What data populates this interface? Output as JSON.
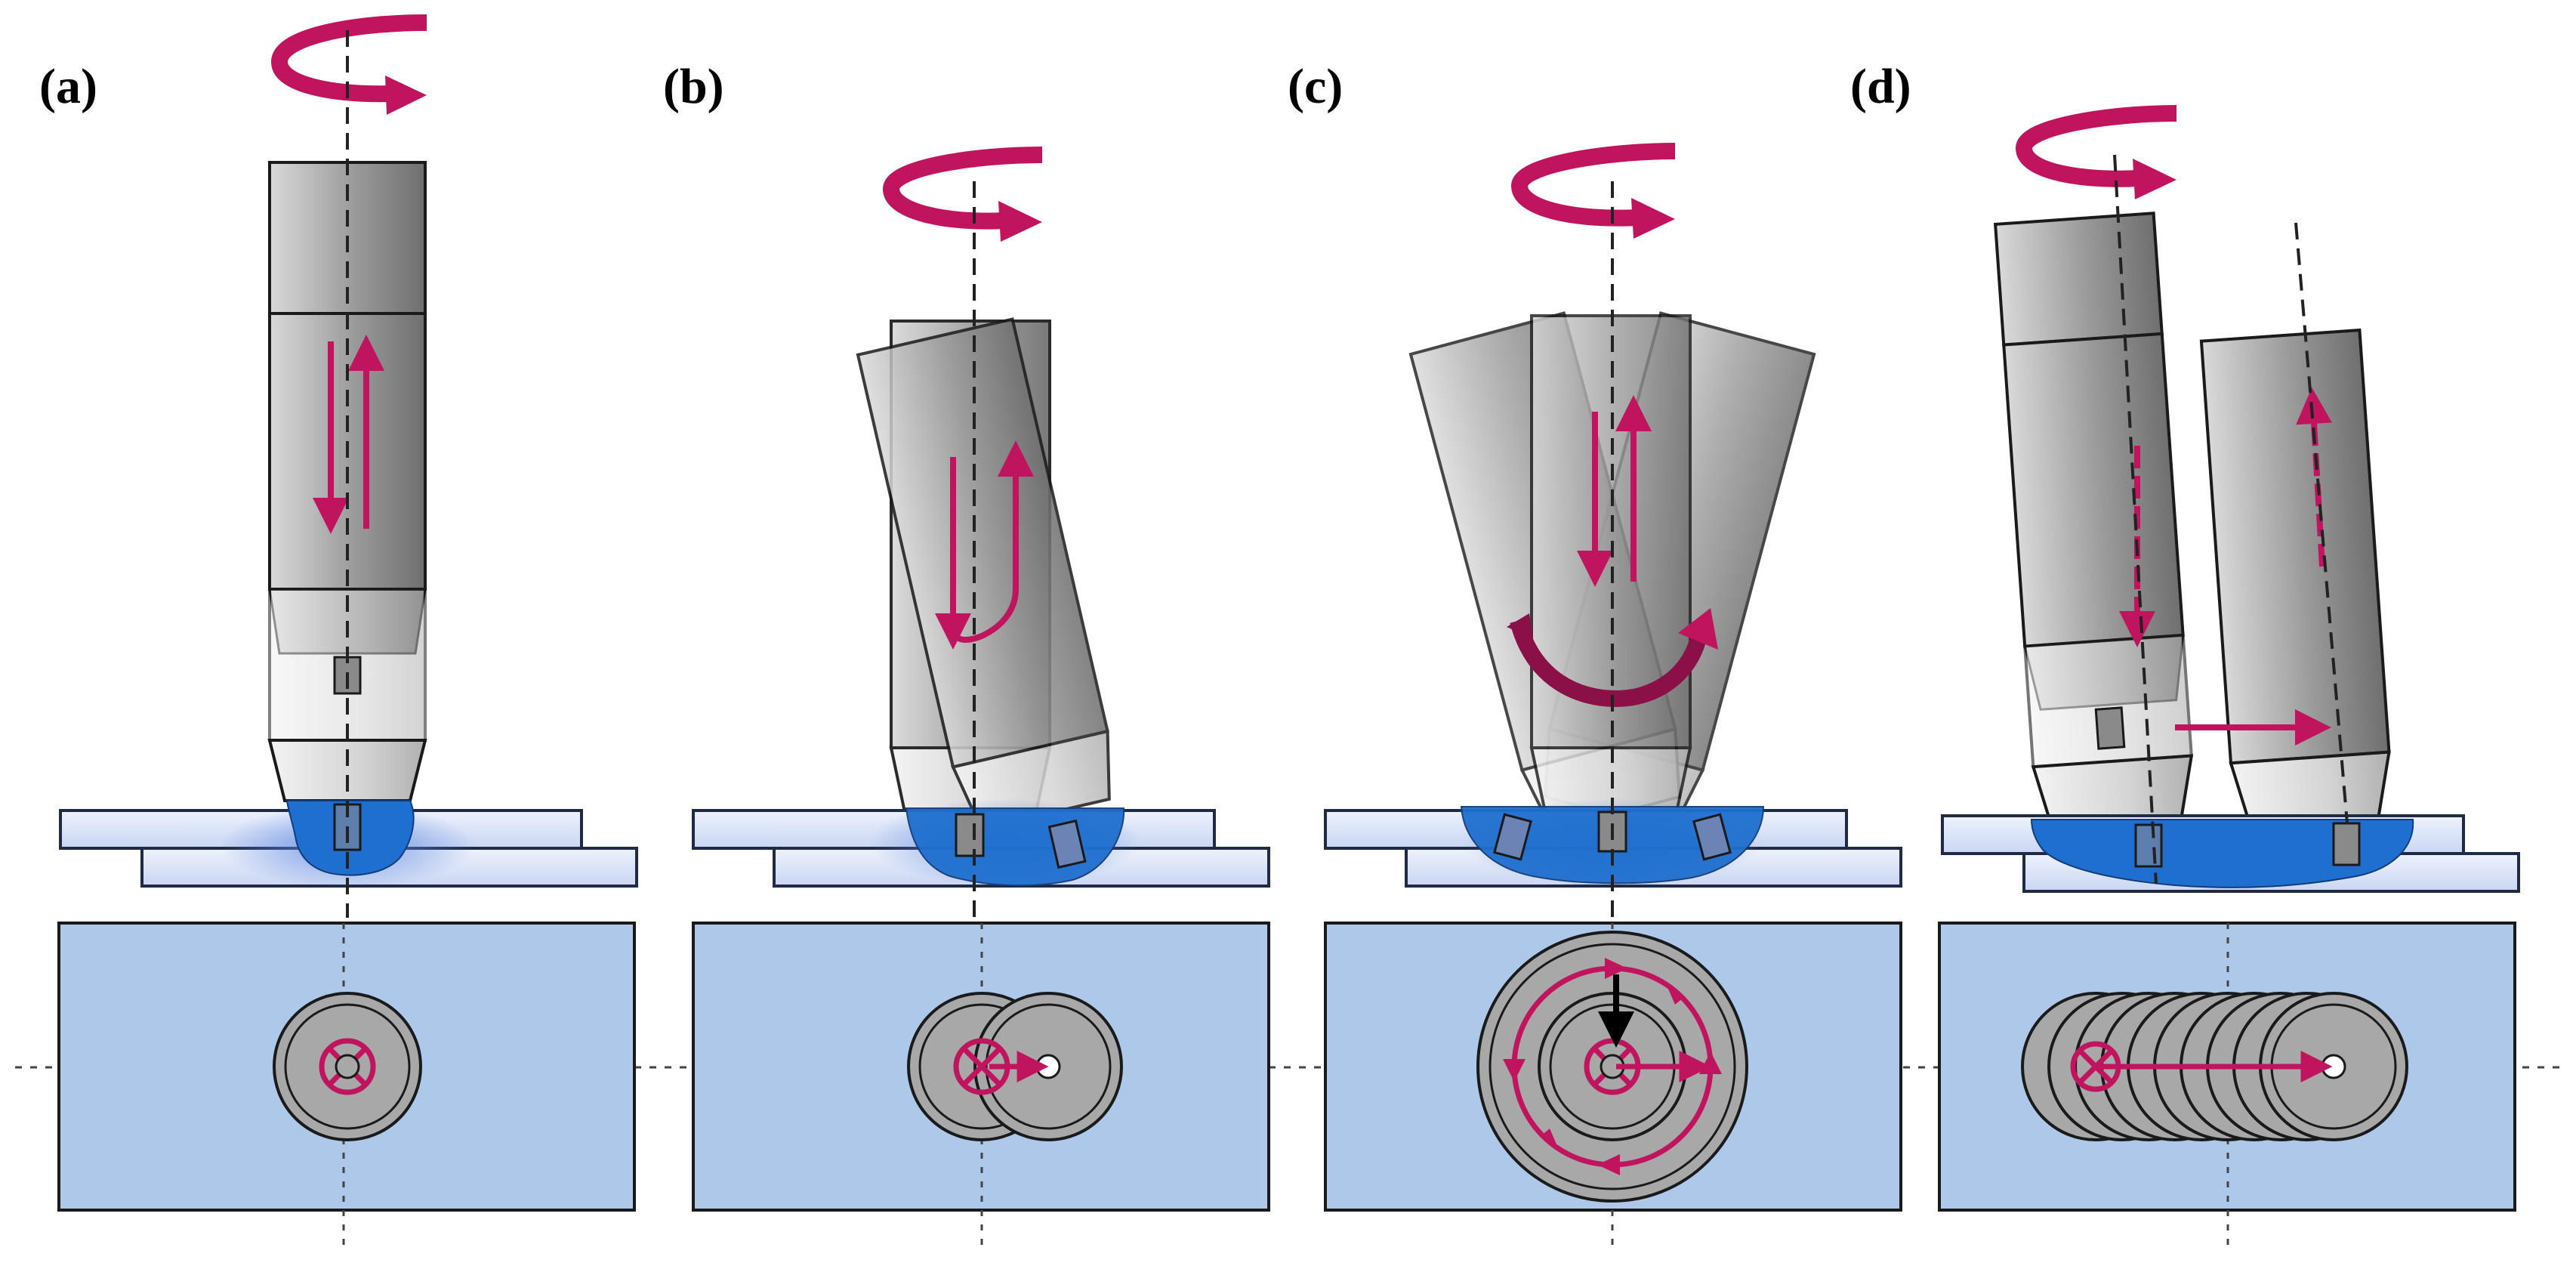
{
  "figure": {
    "panels": [
      {
        "id": "a",
        "label": "(a)"
      },
      {
        "id": "b",
        "label": "(b)"
      },
      {
        "id": "c",
        "label": "(c)"
      },
      {
        "id": "d",
        "label": "(d)"
      }
    ]
  },
  "colors": {
    "background": "#ffffff",
    "arrow": "#c0155e",
    "arrow_dark": "#8c1048",
    "tool_body_dark": "#7d7d7d",
    "tool_body_light": "#ececec",
    "plate_face": "#dbe4f8",
    "plate_edge": "#1f2a44",
    "weld_pool": "#1e6fcf",
    "topview_bg": "#aec8ea",
    "disc_fill": "#a6a6a6",
    "outline": "#1a1a1a",
    "axis_dash": "#333333",
    "black_arrow": "#000000"
  },
  "icons": {
    "rotation": "curved-rotation-arrow-icon",
    "plunge": "up-down-arrow-icon",
    "traverse": "right-arrow-icon",
    "center_mark": "circled-x-icon"
  }
}
